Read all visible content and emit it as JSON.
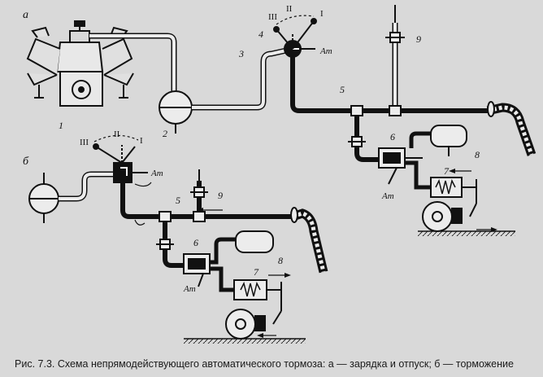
{
  "figure": {
    "panel_a": {
      "letter": "а",
      "handle_positions": [
        "III",
        "II",
        "I"
      ],
      "exhaust": "Ат",
      "labels": [
        "1",
        "2",
        "3",
        "4",
        "5",
        "6",
        "7",
        "8",
        "9"
      ]
    },
    "panel_b": {
      "letter": "б",
      "handle_positions": [
        "III",
        "II",
        "I"
      ],
      "exhaust": "Ат",
      "labels": [
        "5",
        "6",
        "7",
        "8",
        "9"
      ]
    },
    "exhaust_small": "Ат",
    "caption": "Рис. 7.3. Схема непрямодействующего автоматического тормоза: а — зарядка и отпуск; б — торможение"
  },
  "colors": {
    "background": "#d9d9d9",
    "ink": "#111111",
    "thin_pipe_fill": "#ececec"
  }
}
